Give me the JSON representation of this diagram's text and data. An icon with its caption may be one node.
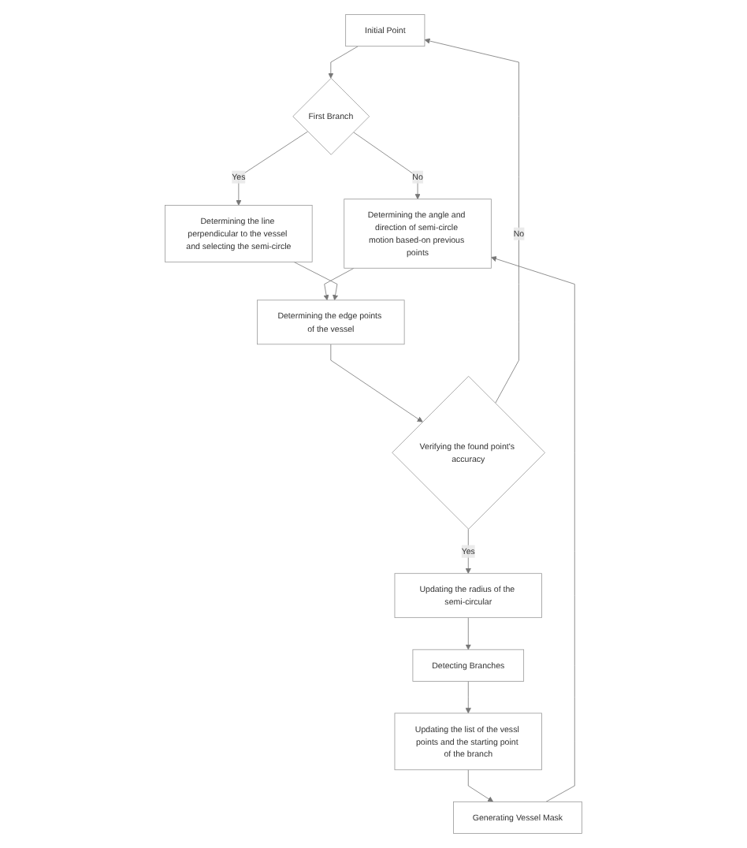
{
  "diagram": {
    "nodes": [
      {
        "text": [
          "Initial Point"
        ]
      },
      {
        "text": [
          "First Branch"
        ]
      },
      {
        "text": [
          "Determining the angle and direction of semi-circle motion based-on previous points"
        ]
      },
      {
        "text": [
          "Determining the line perpendicular to the vessel and selecting the semi-circle"
        ]
      },
      {
        "text": [
          "Determining the edge points of the vessel"
        ]
      },
      {
        "text": [
          "Verifying the found point's accuracy"
        ]
      },
      {
        "text": [
          "Updating the radius of the semi-circular"
        ]
      },
      {
        "text": [
          "Detecting Branches"
        ]
      },
      {
        "text": [
          "Updating the list of the vessl points and the starting point of the branch"
        ]
      },
      {
        "text": [
          "Generating Vessel Mask"
        ]
      }
    ],
    "edges": [
      {
        "from": 0,
        "to": 1,
        "arrow": "to"
      },
      {
        "from": 1,
        "to": 2,
        "label": "No",
        "arrow": "to"
      },
      {
        "from": 1,
        "to": 3,
        "label": "Yes",
        "arrow": "to"
      },
      {
        "from": 2,
        "to": 4,
        "arrow": "to"
      },
      {
        "from": 3,
        "to": 4,
        "arrow": "to"
      },
      {
        "from": 4,
        "to": 5,
        "arrow": "to"
      },
      {
        "from": 5,
        "to": 0,
        "label": "No",
        "arrow": "to"
      },
      {
        "from": 5,
        "to": 6,
        "label": "Yes",
        "arrow": "to"
      },
      {
        "from": 6,
        "to": 7,
        "arrow": "to"
      },
      {
        "from": 7,
        "to": 8,
        "arrow": "to"
      },
      {
        "from": 8,
        "to": 9,
        "arrow": "to"
      },
      {
        "from": 9,
        "to": 2,
        "arrow": "to"
      }
    ]
  }
}
